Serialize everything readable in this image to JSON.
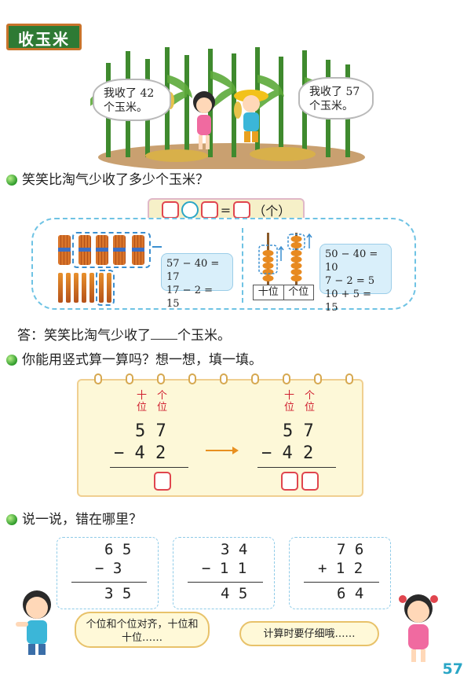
{
  "title": "收玉米",
  "bubbles": {
    "left": "我收了 42 个玉米。",
    "right": "我收了 57 个玉米。"
  },
  "q1": {
    "text": "笑笑比淘气少收了多少个玉米？",
    "unit": "（个）",
    "equals": "=",
    "calc_left": [
      "57 − 40 = 17",
      "17 − 2 = 15"
    ],
    "calc_right": [
      "50 − 40 = 10",
      "7 − 2 = 5",
      "10 + 5 = 15"
    ],
    "abacus_tens": "十位",
    "abacus_ones": "个位",
    "answer_pre": "答：笑笑比淘气少收了",
    "answer_post": "个玉米。"
  },
  "q2": {
    "text": "你能用竖式算一算吗？想一想，填一填。",
    "tens": "十\n位",
    "ones": "个\n位",
    "top": "5 7",
    "bottom": "− 4 2"
  },
  "q3": {
    "text": "说一说，错在哪里？",
    "cards": [
      {
        "top": "6 5",
        "bottom": "− 3",
        "result": "3 5"
      },
      {
        "top": "3 4",
        "bottom": "− 1 1",
        "result": "4 5"
      },
      {
        "top": "7 6",
        "bottom": "+ 1 2",
        "result": "6 4"
      }
    ],
    "tip_left": "个位和个位对齐，十位和十位……",
    "tip_right": "计算时要仔细哦……"
  },
  "page_number": "57"
}
